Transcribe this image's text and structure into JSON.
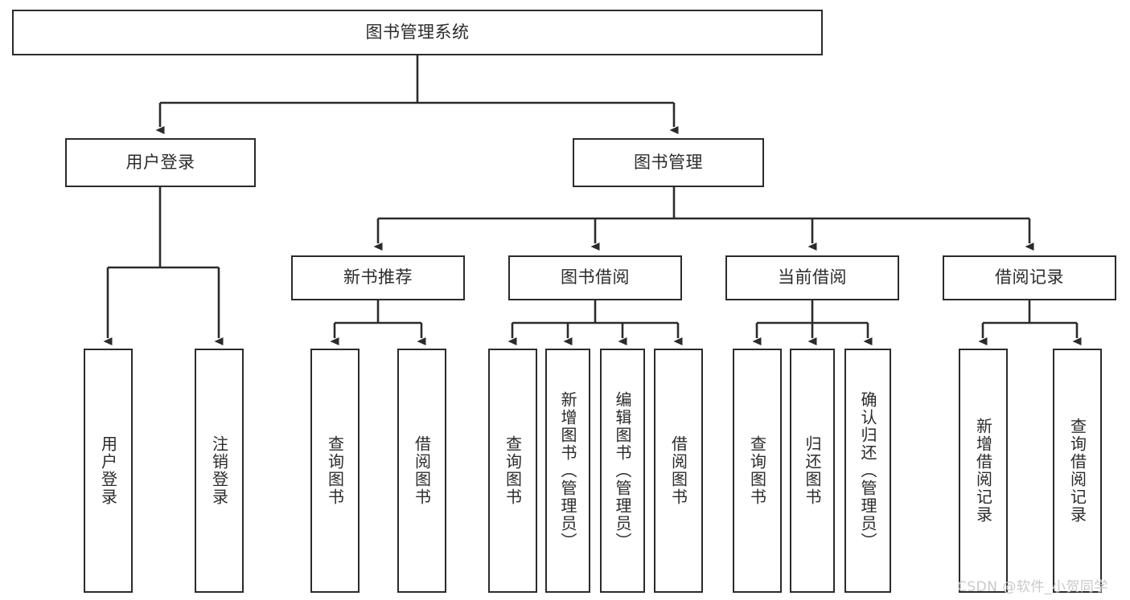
{
  "diagram": {
    "title": "图书管理系统",
    "type": "hierarchy-tree",
    "levels": 4,
    "nodes": {
      "root": {
        "label": "图书管理系统"
      },
      "l2": [
        {
          "id": "user-login",
          "label": "用户登录"
        },
        {
          "id": "book-manage",
          "label": "图书管理"
        }
      ],
      "l3": [
        {
          "id": "new-book-recommend",
          "label": "新书推荐"
        },
        {
          "id": "book-borrow",
          "label": "图书借阅"
        },
        {
          "id": "current-borrow",
          "label": "当前借阅"
        },
        {
          "id": "borrow-record",
          "label": "借阅记录"
        }
      ],
      "leaves": [
        {
          "id": "leaf-user-login",
          "label": "用户登录",
          "parent": "user-login"
        },
        {
          "id": "leaf-logout-login",
          "label": "注销登录",
          "parent": "user-login"
        },
        {
          "id": "leaf-query-book-1",
          "label": "查询图书",
          "parent": "new-book-recommend"
        },
        {
          "id": "leaf-borrow-book-1",
          "label": "借阅图书",
          "parent": "new-book-recommend"
        },
        {
          "id": "leaf-query-book-2",
          "label": "查询图书",
          "parent": "book-borrow"
        },
        {
          "id": "leaf-add-book-admin",
          "label": "新增图书（管理员）",
          "parent": "book-borrow"
        },
        {
          "id": "leaf-edit-book-admin",
          "label": "编辑图书（管理员）",
          "parent": "book-borrow"
        },
        {
          "id": "leaf-borrow-book-2",
          "label": "借阅图书",
          "parent": "book-borrow"
        },
        {
          "id": "leaf-query-book-3",
          "label": "查询图书",
          "parent": "current-borrow"
        },
        {
          "id": "leaf-return-book",
          "label": "归还图书",
          "parent": "current-borrow"
        },
        {
          "id": "leaf-confirm-return-admin",
          "label": "确认归还（管理员）",
          "parent": "current-borrow"
        },
        {
          "id": "leaf-add-borrow-record",
          "label": "新增借阅记录",
          "parent": "borrow-record"
        },
        {
          "id": "leaf-query-borrow-record",
          "label": "查询借阅记录",
          "parent": "borrow-record"
        }
      ]
    },
    "colors": {
      "node_border": "#2b2b2b",
      "node_fill": "#ffffff",
      "edge": "#2b2b2b",
      "text": "#2b2b2b",
      "watermark": "#c9c9c9",
      "background": "#ffffff"
    }
  },
  "watermark": {
    "text": "CSDN @软件_小贺同学"
  }
}
